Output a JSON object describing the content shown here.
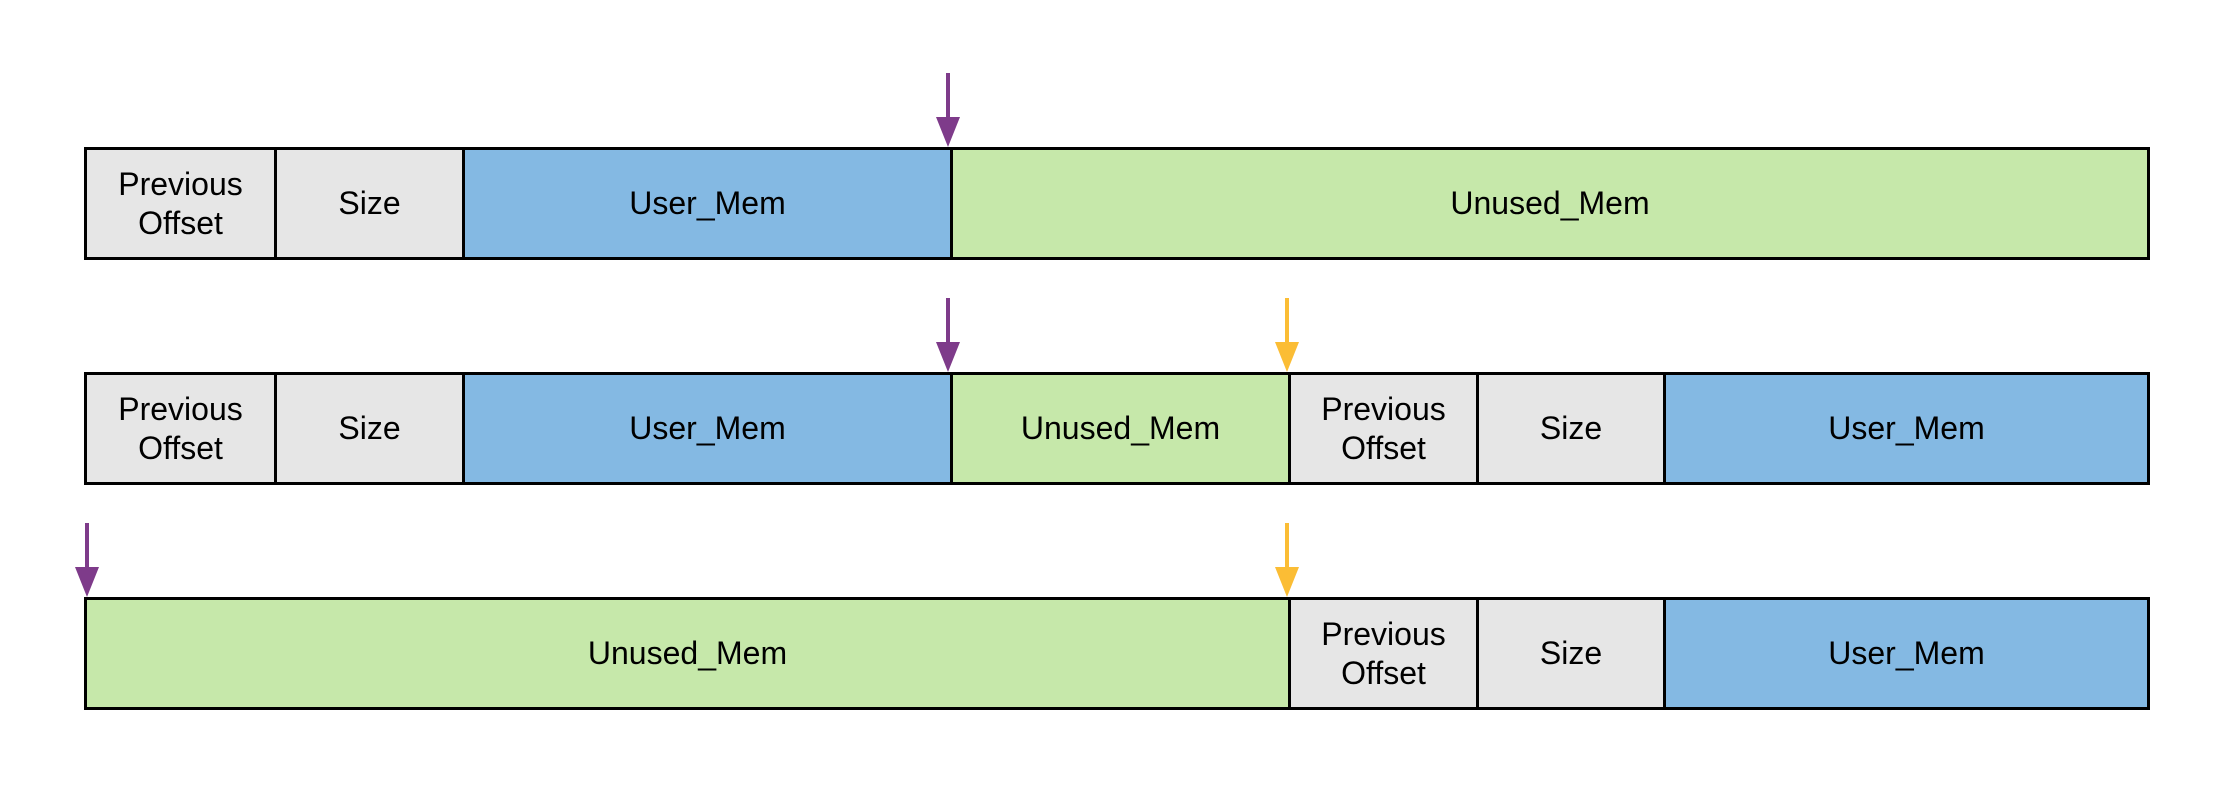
{
  "colors": {
    "header_fill": "#e6e6e6",
    "user_mem_fill": "#84b9e3",
    "unused_mem_fill": "#c6e8aa",
    "border": "#000000",
    "purple_pointer": "#7e3b8a",
    "yellow_pointer": "#fbbd35"
  },
  "rows": [
    {
      "cells": [
        {
          "kind": "header",
          "label": "Previous\nOffset"
        },
        {
          "kind": "header",
          "label": "Size"
        },
        {
          "kind": "user",
          "label": "User_Mem"
        },
        {
          "kind": "unused",
          "label": "Unused_Mem"
        }
      ],
      "pointers": [
        "purple-arrow-icon"
      ]
    },
    {
      "cells": [
        {
          "kind": "header",
          "label": "Previous\nOffset"
        },
        {
          "kind": "header",
          "label": "Size"
        },
        {
          "kind": "user",
          "label": "User_Mem"
        },
        {
          "kind": "unused",
          "label": "Unused_Mem"
        },
        {
          "kind": "header",
          "label": "Previous\nOffset"
        },
        {
          "kind": "header",
          "label": "Size"
        },
        {
          "kind": "user",
          "label": "User_Mem"
        }
      ],
      "pointers": [
        "purple-arrow-icon",
        "yellow-arrow-icon"
      ]
    },
    {
      "cells": [
        {
          "kind": "unused",
          "label": "Unused_Mem"
        },
        {
          "kind": "header",
          "label": "Previous\nOffset"
        },
        {
          "kind": "header",
          "label": "Size"
        },
        {
          "kind": "user",
          "label": "User_Mem"
        }
      ],
      "pointers": [
        "purple-arrow-icon",
        "yellow-arrow-icon"
      ]
    }
  ]
}
